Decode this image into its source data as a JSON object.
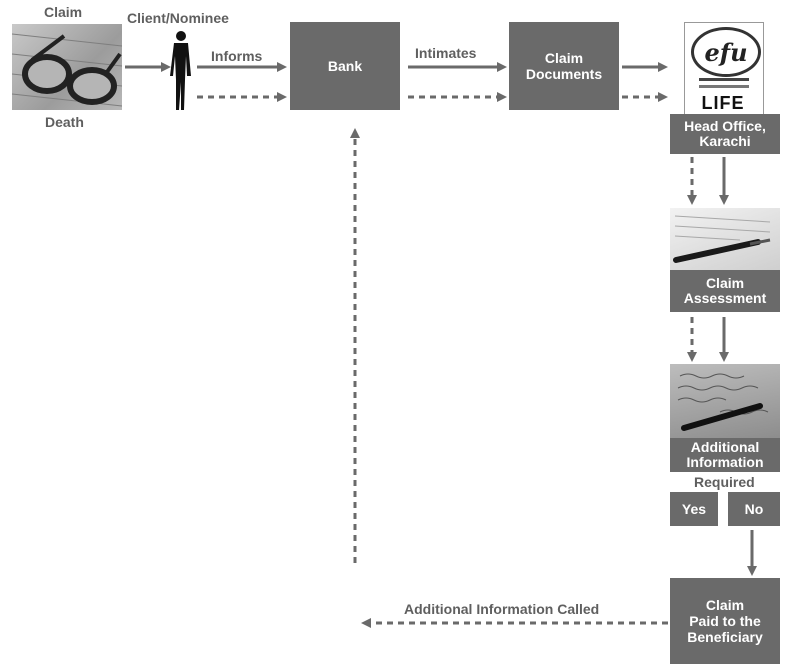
{
  "start": {
    "top_label": "Claim",
    "bottom_label": "Death",
    "image_icon": "eyeglasses-on-newspaper"
  },
  "client": {
    "label": "Client/Nominee",
    "icon": "person-silhouette-icon"
  },
  "edges": {
    "informs": "Informs",
    "intimates": "Intimates",
    "additional_called": "Additional Information Called"
  },
  "bank": {
    "label": "Bank"
  },
  "claim_docs": {
    "label": "Claim\nDocuments"
  },
  "efu": {
    "logo_text": "efu",
    "logo_subtext": "LIFE",
    "label": "Head Office,\nKarachi"
  },
  "assessment": {
    "label": "Claim\nAssessment",
    "image_icon": "pen-on-document"
  },
  "additional": {
    "label": "Additional\nInformation",
    "question": "Required",
    "image_icon": "pen-on-handwritten-letter"
  },
  "decision": {
    "yes": "Yes",
    "no": "No"
  },
  "paid": {
    "label": "Claim\nPaid to the\nBeneficiary"
  },
  "colors": {
    "box": "#6a6a6a",
    "arrow": "#6a6a6a",
    "text": "#5f5f5f"
  }
}
